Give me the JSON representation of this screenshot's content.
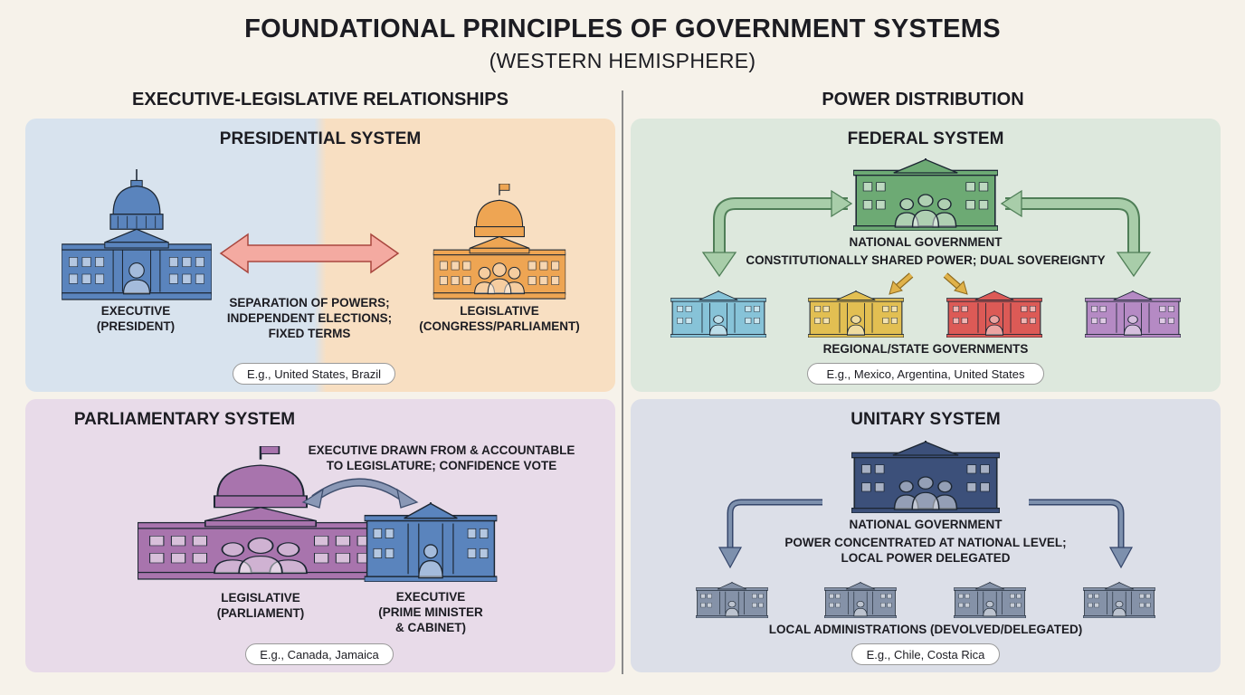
{
  "title": "FOUNDATIONAL PRINCIPLES OF GOVERNMENT SYSTEMS",
  "subtitle": "(WESTERN HEMISPHERE)",
  "sections": {
    "left": "EXECUTIVE-LEGISLATIVE RELATIONSHIPS",
    "right": "POWER DISTRIBUTION"
  },
  "presidential": {
    "title": "PRESIDENTIAL SYSTEM",
    "executive": [
      "EXECUTIVE",
      "(PRESIDENT)"
    ],
    "legislative": [
      "LEGISLATIVE",
      "(CONGRESS/PARLIAMENT)"
    ],
    "relation": [
      "SEPARATION OF POWERS;",
      "INDEPENDENT ELECTIONS;",
      "FIXED TERMS"
    ],
    "examples": "E.g., United States, Brazil"
  },
  "parliamentary": {
    "title": "PARLIAMENTARY SYSTEM",
    "relation": [
      "EXECUTIVE DRAWN FROM & ACCOUNTABLE",
      "TO LEGISLATURE; CONFIDENCE VOTE"
    ],
    "legislative": [
      "LEGISLATIVE",
      "(PARLIAMENT)"
    ],
    "executive": [
      "EXECUTIVE",
      "(PRIME MINISTER",
      "& CABINET)"
    ],
    "examples": "E.g., Canada, Jamaica"
  },
  "federal": {
    "title": "FEDERAL SYSTEM",
    "national": "NATIONAL GOVERNMENT",
    "description": "CONSTITUTIONALLY SHARED POWER; DUAL SOVEREIGNTY",
    "regional": "REGIONAL/STATE GOVERNMENTS",
    "examples": "E.g., Mexico, Argentina, United States"
  },
  "unitary": {
    "title": "UNITARY SYSTEM",
    "national": "NATIONAL GOVERNMENT",
    "description": [
      "POWER CONCENTRATED AT NATIONAL LEVEL;",
      "LOCAL POWER DELEGATED"
    ],
    "local": "LOCAL ADMINISTRATIONS (DEVOLVED/DELEGATED)",
    "examples": "E.g., Chile, Costa Rica"
  },
  "colors": {
    "background": "#f6f2ea",
    "executive_blue": "#5a84bd",
    "legislative_orange": "#eea553",
    "parliament_purple": "#a874ad",
    "federal_green": "#6daa74",
    "unitary_navy": "#3c507a",
    "arrow_red": "#e3877e",
    "arrow_slate": "#5d7395"
  },
  "icons": [
    "capitol-dome-icon",
    "government-building-icon",
    "person-icon",
    "double-arrow-icon",
    "curved-arrow-icon",
    "flag-icon"
  ]
}
